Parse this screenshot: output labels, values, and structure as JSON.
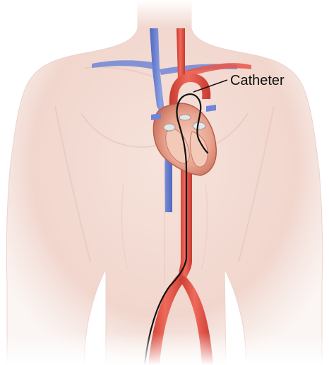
{
  "labels": {
    "catheter": "Catheter"
  },
  "colors": {
    "background": "#ffffff",
    "skin": "#f4ddd6",
    "skin_shadow": "#e9c6bc",
    "artery": "#e8574a",
    "artery_dark": "#c43a30",
    "vein": "#6f86d6",
    "vein_dark": "#4f67bf",
    "heart_muscle": "#e9a48f",
    "heart_inner": "#f3c9b8",
    "valve": "#e6e6e6",
    "catheter": "#111111"
  },
  "icons": {
    "heart": "heart-cutaway",
    "body": "male-torso-silhouette"
  }
}
